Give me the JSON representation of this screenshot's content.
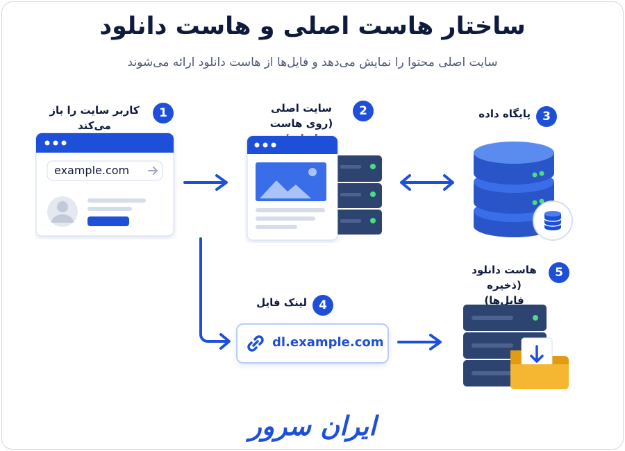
{
  "header": {
    "title": "ساختار هاست اصلی و هاست دانلود",
    "subtitle": "سایت اصلی محتوا را نمایش می‌دهد و فایل‌ها از هاست دانلود ارائه می‌شوند"
  },
  "steps": [
    {
      "number": "1",
      "label": "کاربر سایت را باز می‌کند",
      "sub": ""
    },
    {
      "number": "2",
      "label": "سایت اصلی",
      "sub": "(روی هاست اصلی)"
    },
    {
      "number": "3",
      "label": "پایگاه داده",
      "sub": ""
    },
    {
      "number": "4",
      "label": "لینک فایل",
      "sub": ""
    },
    {
      "number": "5",
      "label": "هاست دانلود",
      "sub": "(ذخیره فایل‌ها)"
    }
  ],
  "browser": {
    "url": "example.com"
  },
  "link": {
    "url": "dl.example.com"
  },
  "logo": {
    "text": "ایران سرور"
  },
  "colors": {
    "primary": "#1d4fd8",
    "server": "#2e4470",
    "led": "#4ade80",
    "folder": "#f5b731",
    "border": "#c9d8f3"
  },
  "icons": {
    "browser_arrow": "arrow-right-icon",
    "image_placeholder": "image-icon",
    "avatar": "user-avatar-icon",
    "database": "database-icon",
    "link": "chain-link-icon",
    "download": "download-arrow-icon"
  }
}
